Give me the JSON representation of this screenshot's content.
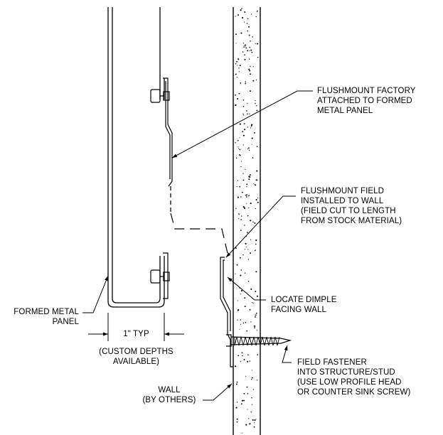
{
  "callouts": {
    "flushmount_factory": [
      "FLUSHMOUNT FACTORY",
      "ATTACHED TO FORMED",
      "METAL PANEL"
    ],
    "flushmount_field": [
      "FLUSHMOUNT FIELD",
      "INSTALLED TO WALL",
      "(FIELD CUT TO LENGTH",
      "FROM STOCK MATERIAL)"
    ],
    "locate_dimple": [
      "LOCATE DIMPLE",
      "FACING WALL"
    ],
    "formed_metal_panel": [
      "FORMED METAL",
      "PANEL"
    ],
    "dimension": "1\" TYP",
    "custom_depths": [
      "(CUSTOM DEPTHS",
      "AVAILABLE)"
    ],
    "wall": [
      "WALL",
      "(BY OTHERS)"
    ],
    "field_fastener": [
      "FIELD FASTENER",
      "INTO STRUCTURE/STUD",
      "(USE LOW PROFILE HEAD",
      "OR COUNTER SINK SCREW)"
    ]
  },
  "colors": {
    "line": "#000000",
    "background": "#ffffff"
  }
}
